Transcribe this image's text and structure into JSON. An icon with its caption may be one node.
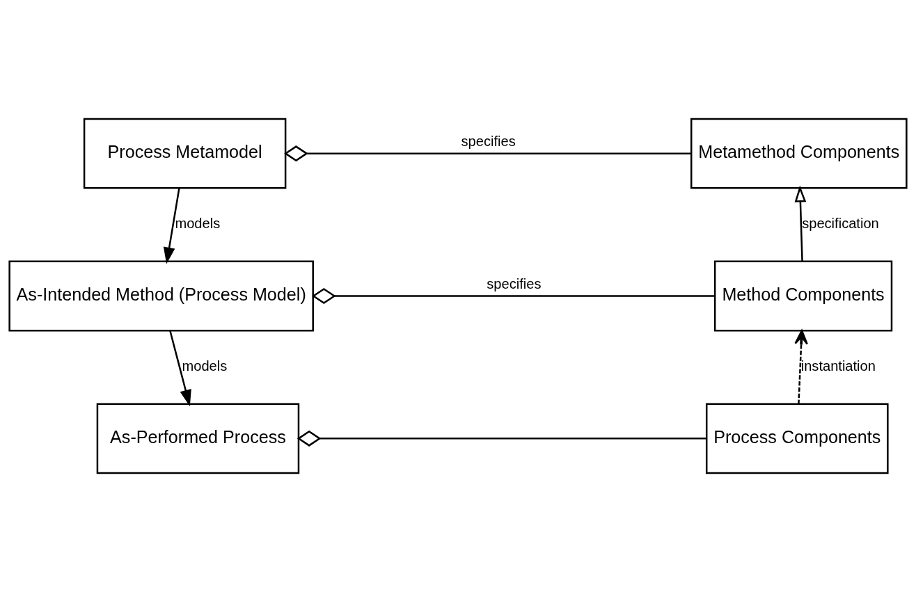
{
  "diagram": {
    "nodes": [
      {
        "text": [
          "Process Metamodel"
        ]
      },
      {
        "text": [
          "Metamethod Components"
        ]
      },
      {
        "text": [
          "As-Intended Method (Process Model)"
        ]
      },
      {
        "text": [
          "Method Components"
        ]
      },
      {
        "text": [
          "As-Performed Process"
        ]
      },
      {
        "text": [
          "Process Components"
        ]
      }
    ],
    "edges": [
      {
        "from": 0,
        "to": 1,
        "arrow": "other",
        "label": "specifies"
      },
      {
        "from": 0,
        "to": 2,
        "arrow": "to",
        "label": "models"
      },
      {
        "from": 3,
        "to": 1,
        "arrow": "to",
        "label": "specification"
      },
      {
        "from": 2,
        "to": 3,
        "arrow": "other",
        "label": "specifies"
      },
      {
        "from": 2,
        "to": 4,
        "arrow": "to",
        "label": "models"
      },
      {
        "from": 5,
        "to": 3,
        "arrow": "to",
        "label": "instantiation",
        "style": "dashed"
      },
      {
        "from": 4,
        "to": 5,
        "arrow": "other"
      }
    ]
  }
}
